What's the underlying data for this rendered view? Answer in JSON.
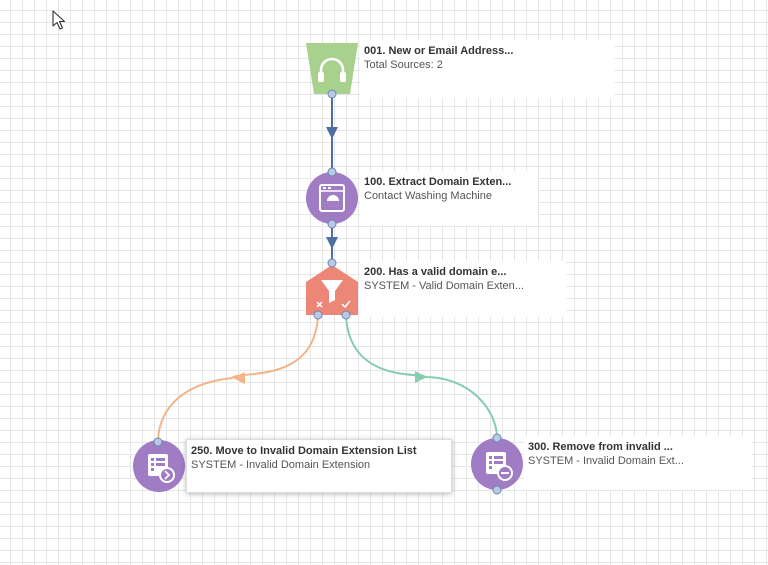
{
  "colors": {
    "source": "#a9d18e",
    "action": "#a07cc5",
    "filter": "#ec8676",
    "connector": "#4f6fa0",
    "branch_no": "#f2b489",
    "branch_yes": "#86cdb0",
    "port": "#b9c9e6"
  },
  "nodes": [
    {
      "id": "n001",
      "icon": "headphones-icon",
      "title": "001. New or Email Address...",
      "subtitle": "Total Sources: 2"
    },
    {
      "id": "n100",
      "icon": "washing-machine-icon",
      "title": "100. Extract Domain Exten...",
      "subtitle": "Contact Washing Machine"
    },
    {
      "id": "n200",
      "icon": "filter-funnel-icon",
      "title": "200. Has a valid domain e...",
      "subtitle": "SYSTEM - Valid Domain Exten..."
    },
    {
      "id": "n250",
      "icon": "list-move-icon",
      "title": "250. Move to Invalid Domain Extension List",
      "subtitle": "SYSTEM - Invalid Domain Extension"
    },
    {
      "id": "n300",
      "icon": "list-remove-icon",
      "title": "300. Remove from invalid ...",
      "subtitle": "SYSTEM - Invalid Domain Ext..."
    }
  ]
}
